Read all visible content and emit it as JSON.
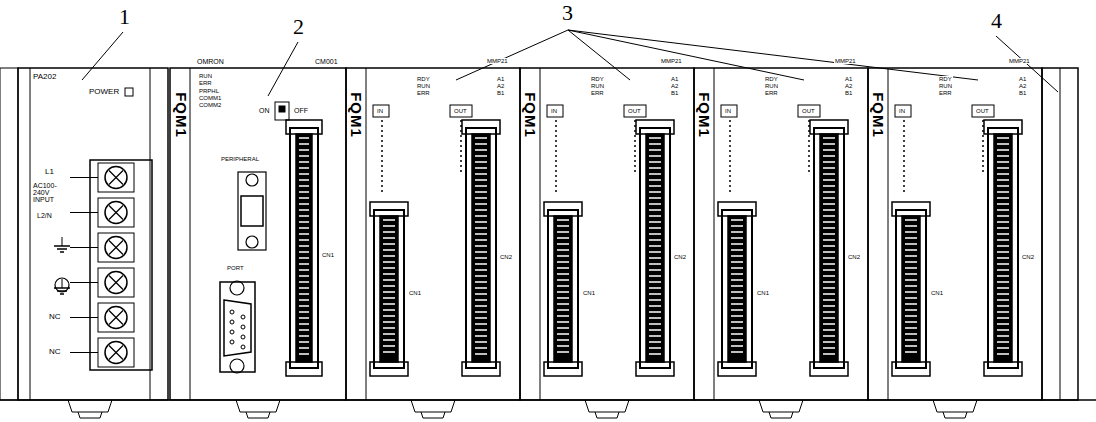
{
  "diagram": {
    "labels": [
      "1",
      "2",
      "3",
      "4",
      "PA202",
      "POWER",
      "L1",
      "AC100-240V INPUT",
      "L2/N",
      "NC",
      "NC",
      "FQM1",
      "OMRON",
      "CM001",
      "RUN",
      "ERR",
      "PRPHL",
      "COMM1",
      "COMM2",
      "ON",
      "OFF",
      "PERIPHERAL",
      "PORT",
      "CN1",
      "FQM1",
      "MMP21",
      "RDY",
      "RUN",
      "ERR",
      "A1",
      "A2",
      "B1",
      "IN",
      "OUT",
      "CN1",
      "CN2",
      "FQM1",
      "MMP21",
      "RDY",
      "RUN",
      "ERR",
      "A1",
      "A2",
      "B1",
      "IN",
      "OUT",
      "CN1",
      "CN2",
      "FQM1",
      "MMP21",
      "RDY",
      "RUN",
      "ERR",
      "A1",
      "A2",
      "B1",
      "IN",
      "OUT",
      "CN1",
      "CN2",
      "FQM1",
      "MMP21",
      "RDY",
      "RUN",
      "ERR",
      "A1",
      "A2",
      "B1",
      "IN",
      "OUT",
      "CN1",
      "CN2"
    ]
  }
}
